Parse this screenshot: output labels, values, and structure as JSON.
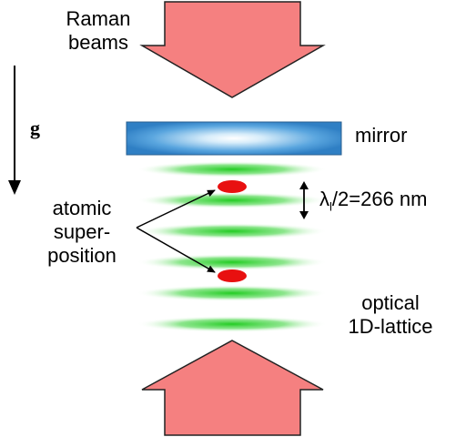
{
  "labels": {
    "raman_beams": "Raman\nbeams",
    "gravity": "g",
    "mirror": "mirror",
    "atomic_superposition": "atomic\nsuper-\nposition",
    "lattice_spacing_symbol": "λ",
    "lattice_spacing_subscript": "l",
    "lattice_spacing_value": "/2=266 nm",
    "optical_lattice": "optical\n1D-lattice"
  },
  "colors": {
    "beam_fill": "#f58080",
    "beam_stroke": "#222222",
    "mirror_blue": "#3a8ed4",
    "lattice_green": "#2ecc2e",
    "atom_red": "#e81010"
  }
}
